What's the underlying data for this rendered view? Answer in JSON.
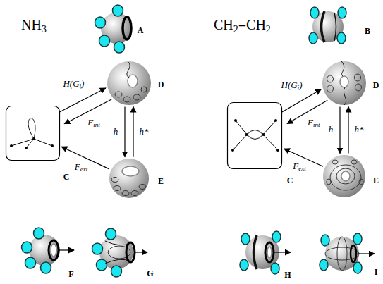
{
  "diagram": {
    "nodes": [
      {
        "text": [
          "A"
        ]
      },
      {
        "text": [
          "C"
        ]
      },
      {
        "text": [
          "D"
        ]
      },
      {
        "text": [
          "E"
        ]
      },
      {
        "text": [
          "F"
        ]
      },
      {
        "text": [
          "G"
        ]
      },
      {
        "text": [
          "B"
        ]
      },
      {
        "text": [
          "C"
        ]
      },
      {
        "text": [
          "D"
        ]
      },
      {
        "text": [
          "E"
        ]
      },
      {
        "text": [
          "H"
        ]
      },
      {
        "text": [
          "I"
        ]
      }
    ],
    "edges": [
      {
        "from": 1,
        "to": 2,
        "label": "H(Gi)",
        "arrow": "to"
      },
      {
        "from": 2,
        "to": 1,
        "label": "Fint",
        "arrow": "to"
      },
      {
        "from": 2,
        "to": 3,
        "label": "h",
        "arrow": "to"
      },
      {
        "from": 3,
        "to": 2,
        "label": "h*",
        "arrow": "to"
      },
      {
        "from": 3,
        "to": 1,
        "label": "Fext",
        "arrow": "to"
      },
      {
        "from": 7,
        "to": 8,
        "label": "H(Gi)",
        "arrow": "to"
      },
      {
        "from": 8,
        "to": 7,
        "label": "Fint",
        "arrow": "to"
      },
      {
        "from": 8,
        "to": 9,
        "label": "h",
        "arrow": "to"
      },
      {
        "from": 9,
        "to": 8,
        "label": "h*",
        "arrow": "to"
      },
      {
        "from": 9,
        "to": 7,
        "label": "Fext",
        "arrow": "to"
      }
    ],
    "labels": [
      "NH3",
      "CH2=CH2"
    ]
  }
}
